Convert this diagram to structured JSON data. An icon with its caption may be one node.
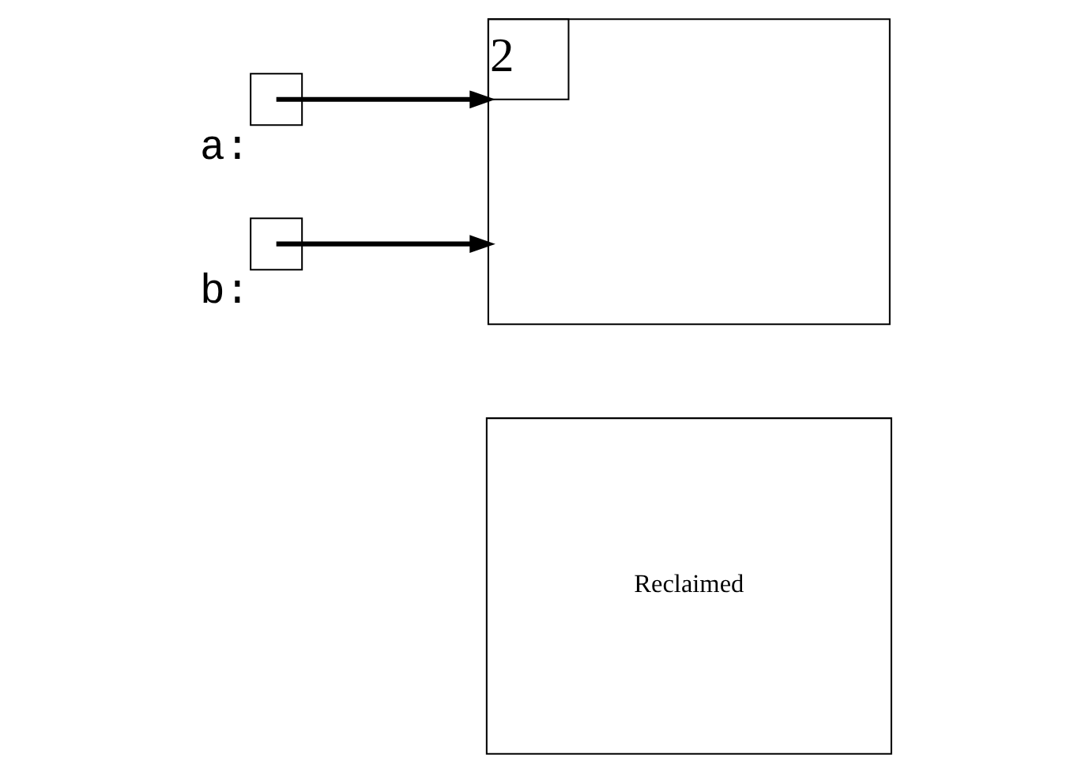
{
  "diagram": {
    "nodes": [
      {
        "text": [],
        "shape": "box",
        "beside": [
          "a:"
        ]
      },
      {
        "text": [],
        "shape": "box",
        "beside": [
          "b:"
        ]
      },
      {
        "text": [
          "2"
        ]
      },
      {
        "text": [
          "Reclaimed"
        ]
      }
    ],
    "edges": [
      {
        "from": 0,
        "to": 2,
        "arrow": "to"
      },
      {
        "from": 1,
        "to": 2,
        "arrow": "to"
      }
    ]
  }
}
